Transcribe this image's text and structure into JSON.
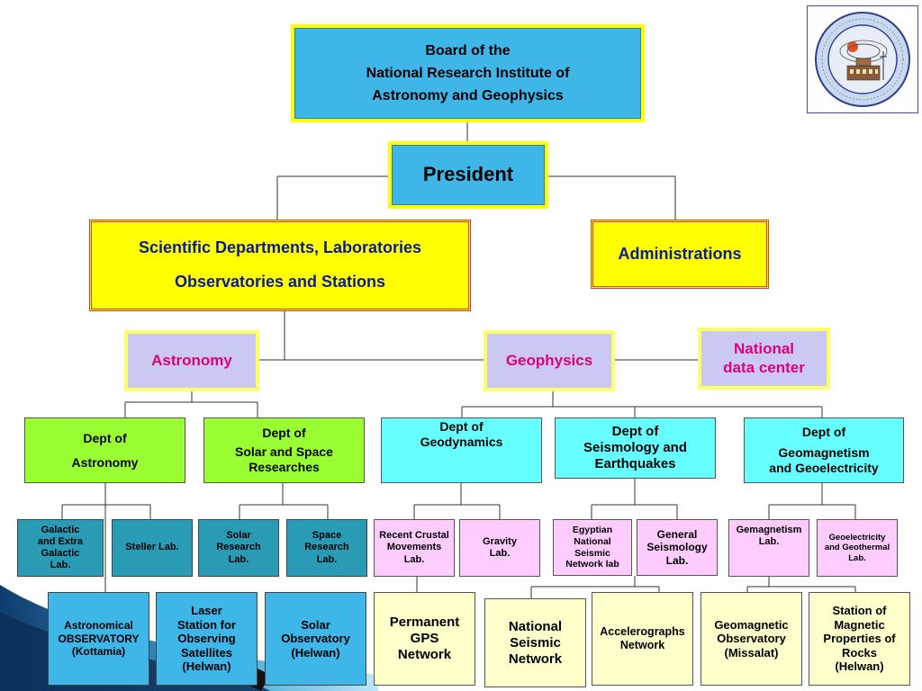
{
  "board": {
    "lines": [
      "Board of the",
      "National Research Institute of",
      "Astronomy and Geophysics"
    ]
  },
  "president": "President",
  "scientific": {
    "lines": [
      "Scientific Departments, Laboratories",
      "Observatories and Stations"
    ]
  },
  "administrations": "Administrations",
  "astronomy": "Astronomy",
  "geophysics": "Geophysics",
  "national_data_center": {
    "lines": [
      "National",
      "data center"
    ]
  },
  "dept_astronomy": {
    "lines": [
      "Dept of",
      "Astronomy"
    ]
  },
  "dept_solar": {
    "lines": [
      "Dept of",
      "Solar and Space",
      "Researches"
    ]
  },
  "dept_geodynamics": {
    "lines": [
      "Dept of",
      "Geodynamics"
    ]
  },
  "dept_seismology": {
    "lines": [
      "Dept of",
      "Seismology and",
      "Earthquakes"
    ]
  },
  "dept_geomagnetism": {
    "lines": [
      "Dept of",
      "Geomagnetism",
      "and Geoelectricity"
    ]
  },
  "labs": {
    "galactic": {
      "lines": [
        "Galactic",
        "and Extra",
        "Galactic",
        "Lab."
      ]
    },
    "steller": "Steller Lab.",
    "solar_research": {
      "lines": [
        "Solar",
        "Research",
        "Lab."
      ]
    },
    "space_research": {
      "lines": [
        "Space",
        "Research",
        "Lab."
      ]
    },
    "recent_crustal": {
      "lines": [
        "Recent Crustal",
        "Movements",
        "Lab."
      ]
    },
    "gravity": {
      "lines": [
        "Gravity",
        "Lab."
      ]
    },
    "egyptian_seismic": {
      "lines": [
        "Egyptian",
        "National",
        "Seismic",
        "Network lab"
      ]
    },
    "general_seismology": {
      "lines": [
        "General",
        "Seismology",
        "Lab."
      ]
    },
    "gemagnetism": {
      "lines": [
        "Gemagnetism",
        "Lab."
      ]
    },
    "geoelectricity": {
      "lines": [
        "Geoelectricity",
        "and Geothermal",
        "Lab."
      ]
    }
  },
  "stations": {
    "astronomical_observatory": {
      "lines": [
        "Astronomical",
        "OBSERVATORY",
        "(Kottamia)"
      ]
    },
    "laser_station": {
      "lines": [
        "Laser",
        "Station for",
        "Observing",
        "Satellites",
        "(Helwan)"
      ]
    },
    "solar_observatory": {
      "lines": [
        "Solar",
        "Observatory",
        "(Helwan)"
      ]
    },
    "permanent_gps": {
      "lines": [
        "Permanent",
        "GPS",
        "Network"
      ]
    },
    "national_seismic": {
      "lines": [
        "National",
        "Seismic",
        "Network"
      ]
    },
    "accelerographs": {
      "lines": [
        "Accelerographs",
        "Network"
      ]
    },
    "geomagnetic_observatory": {
      "lines": [
        "Geomagnetic",
        "Observatory",
        "(Missalat)"
      ]
    },
    "station_magnetic": {
      "lines": [
        "Station of",
        "Magnetic",
        "Properties of",
        "Rocks",
        "(Helwan)"
      ]
    }
  },
  "logo": {
    "text": "NAT. RES. INST. OF ASTRON. & GEOPH. HELWAN - CAIRO - EGYPT 1903"
  },
  "colors": {
    "blue_box": "#3fb6e8",
    "yellow_box": "#ffff00",
    "red_text": "#e0007a",
    "navy_text": "#0a1a9a",
    "green_box": "#99ff33",
    "cyan_box": "#66ffff",
    "teal_box": "#2a9bb5",
    "pink_box": "#ffccff",
    "cream_box": "#ffffcc",
    "lavender_box": "#c9c9f3"
  }
}
